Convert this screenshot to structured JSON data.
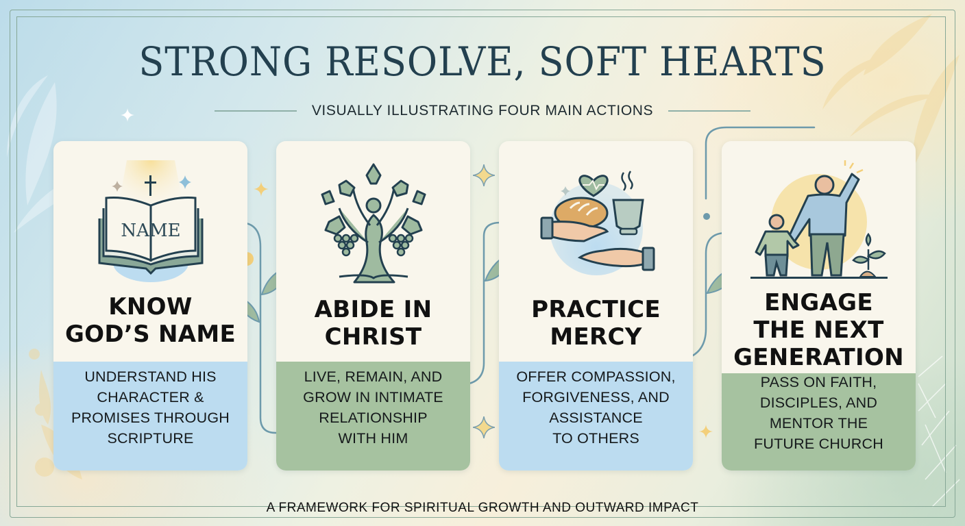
{
  "header": {
    "title": "STRONG RESOLVE, SOFT HEARTS",
    "subtitle": "VISUALLY ILLUSTRATING FOUR MAIN ACTIONS"
  },
  "cards": [
    {
      "title_line1": "KNOW",
      "title_line2": "GOD’S NAME",
      "title_line3": "",
      "description": "UNDERSTAND HIS CHARACTER & PROMISES THROUGH SCRIPTURE",
      "desc_lines": [
        "UNDERSTAND HIS",
        "CHARACTER &",
        "PROMISES THROUGH",
        "SCRIPTURE"
      ],
      "icon": "open-bible-icon",
      "icon_text": "NAME",
      "desc_color": "#bcdcf0"
    },
    {
      "title_line1": "ABIDE IN",
      "title_line2": "CHRIST",
      "title_line3": "",
      "description": "LIVE, REMAIN, AND GROW IN INTIMATE RELATIONSHIP WITH HIM",
      "desc_lines": [
        "LIVE, REMAIN, AND",
        "GROW IN INTIMATE",
        "RELATIONSHIP",
        "WITH HIM"
      ],
      "icon": "vine-tree-icon",
      "desc_color": "#a6c2a0"
    },
    {
      "title_line1": "PRACTICE",
      "title_line2": "MERCY",
      "title_line3": "",
      "description": "OFFER COMPASSION, FORGIVENESS, AND ASSISTANCE TO OTHERS",
      "desc_lines": [
        "OFFER COMPASSION,",
        "FORGIVENESS, AND",
        "ASSISTANCE",
        "TO OTHERS"
      ],
      "icon": "giving-hands-icon",
      "desc_color": "#bcdcf0"
    },
    {
      "title_line1": "ENGAGE",
      "title_line2": "THE NEXT",
      "title_line3": "GENERATION",
      "description": "PASS ON FAITH, DISCIPLES, AND MENTOR THE FUTURE CHURCH",
      "desc_lines": [
        "PASS ON FAITH,",
        "DISCIPLES, AND",
        "MENTOR THE",
        "FUTURE CHURCH"
      ],
      "icon": "parent-child-icon",
      "desc_color": "#a6c2a0"
    }
  ],
  "footer": {
    "text": "A FRAMEWORK FOR SPIRITUAL GROWTH AND OUTWARD IMPACT"
  },
  "colors": {
    "title": "#23404f",
    "frame": "#86a796",
    "card_bg": "#f9f6ec",
    "accent_blue": "#bcdcf0",
    "accent_green": "#a6c2a0",
    "connector": "#6d9aab",
    "leaf": "#9fbba0",
    "sparkle_gold": "#f3cf7a"
  }
}
